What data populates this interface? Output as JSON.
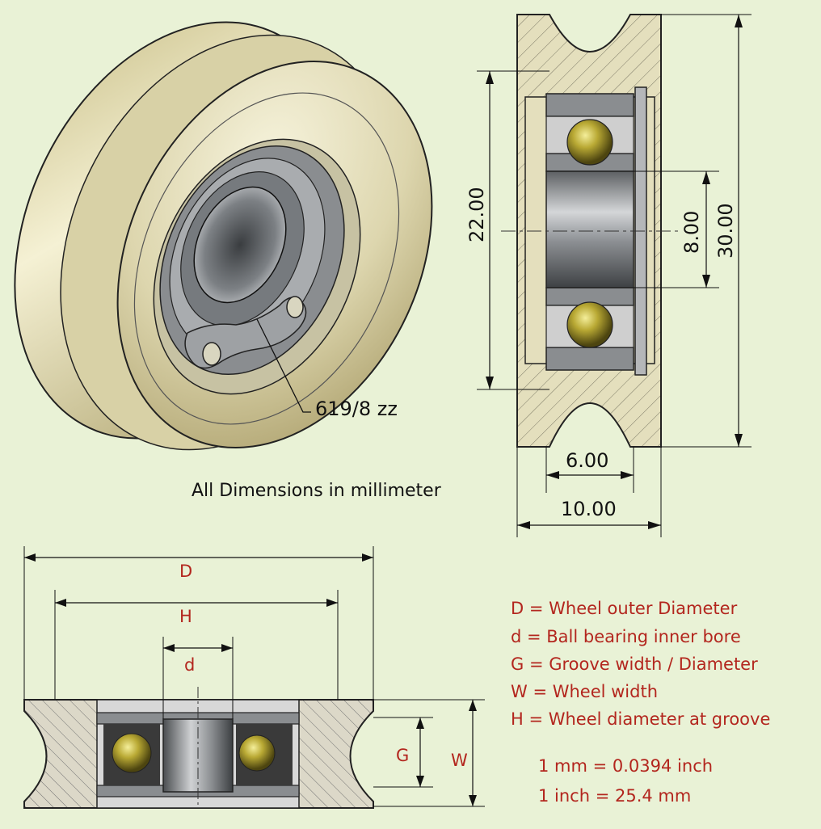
{
  "colors": {
    "background": "#e9f2d6",
    "wheel_body": "#e4dfbd",
    "steel": "#8a8d90",
    "ball_gold": "#b8a832",
    "legend_red": "#b3261e"
  },
  "iso_view": {
    "bearing_label": "619/8 zz"
  },
  "note": "All Dimensions in millimeter",
  "section_view": {
    "dim_22": "22.00",
    "dim_8": "8.00",
    "dim_30": "30.00",
    "dim_6": "6.00",
    "dim_10": "10.00"
  },
  "letter_view": {
    "D": "D",
    "H": "H",
    "d": "d",
    "G": "G",
    "W": "W"
  },
  "legend": {
    "items": [
      "D = Wheel outer Diameter",
      "d = Ball bearing inner bore",
      "G = Groove width / Diameter",
      "W = Wheel width",
      "H = Wheel diameter at groove"
    ],
    "conversions": [
      "1 mm = 0.0394 inch",
      "1 inch = 25.4 mm"
    ]
  }
}
